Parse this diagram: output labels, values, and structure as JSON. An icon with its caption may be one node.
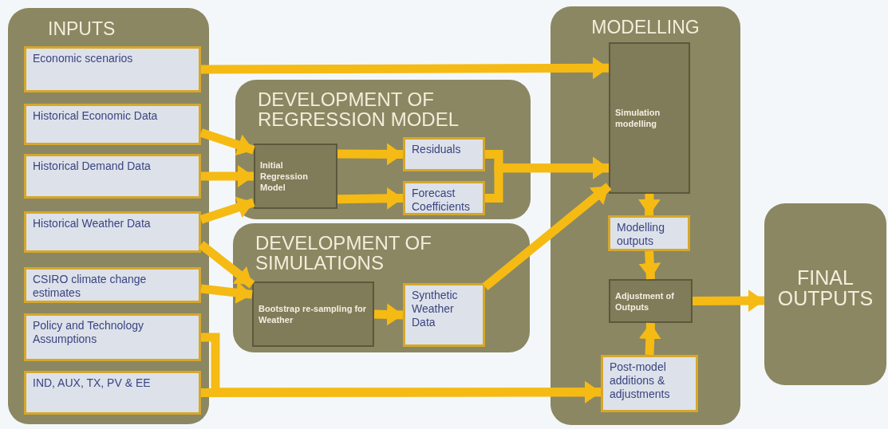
{
  "diagram": {
    "nodes": [
      {
        "text": [
          "INPUTS"
        ]
      },
      {
        "text": [
          "Economic scenarios"
        ],
        "in": 0
      },
      {
        "text": [
          "Historical Economic Data"
        ],
        "in": 0
      },
      {
        "text": [
          "Historical Demand Data"
        ],
        "in": 0
      },
      {
        "text": [
          "Historical Weather Data"
        ],
        "in": 0
      },
      {
        "text": [
          "CSIRO climate change estimates"
        ],
        "in": 0
      },
      {
        "text": [
          "Policy and Technology Assumptions"
        ],
        "in": 0
      },
      {
        "text": [
          "IND, AUX, TX, PV & EE"
        ],
        "in": 0
      },
      {
        "text": [
          "DEVELOPMENT OF REGRESSION MODEL"
        ]
      },
      {
        "text": [
          "Initial Regression Model"
        ],
        "in": 8
      },
      {
        "text": [
          "Residuals"
        ],
        "in": 8
      },
      {
        "text": [
          "Forecast Coefficients"
        ],
        "in": 8
      },
      {
        "text": [
          "DEVELOPMENT OF SIMULATIONS"
        ]
      },
      {
        "text": [
          "Bootstrap re-sampling for Weather"
        ],
        "in": 12
      },
      {
        "text": [
          "Synthetic Weather Data"
        ],
        "in": 12
      },
      {
        "text": [
          "MODELLING"
        ]
      },
      {
        "text": [
          "Simulation modelling"
        ],
        "in": 15
      },
      {
        "text": [
          "Modelling outputs"
        ],
        "in": 15
      },
      {
        "text": [
          "Adjustment of Outputs"
        ],
        "in": 15
      },
      {
        "text": [
          "Post-model additions & adjustments"
        ],
        "in": 15
      },
      {
        "text": [
          "FINAL OUTPUTS"
        ]
      }
    ],
    "edges": [
      {
        "from": 1,
        "to": 16,
        "arrow": "to"
      },
      {
        "from": 2,
        "to": 9,
        "arrow": "to"
      },
      {
        "from": 3,
        "to": 9,
        "arrow": "to"
      },
      {
        "from": 4,
        "to": 9,
        "arrow": "to"
      },
      {
        "from": 4,
        "to": 13,
        "arrow": "to"
      },
      {
        "from": 5,
        "to": 13,
        "arrow": "to"
      },
      {
        "from": 9,
        "to": 10,
        "arrow": "to"
      },
      {
        "from": 9,
        "to": 11,
        "arrow": "to"
      },
      {
        "from": 10,
        "to": 16,
        "arrow": "to"
      },
      {
        "from": 11,
        "to": 16,
        "arrow": "to"
      },
      {
        "from": 13,
        "to": 14,
        "arrow": "to"
      },
      {
        "from": 14,
        "to": 16,
        "arrow": "to"
      },
      {
        "from": 16,
        "to": 17,
        "arrow": "to"
      },
      {
        "from": 17,
        "to": 18,
        "arrow": "to"
      },
      {
        "from": 19,
        "to": 18,
        "arrow": "to"
      },
      {
        "from": 18,
        "to": 20,
        "arrow": "to"
      },
      {
        "from": 6,
        "to": 19,
        "arrow": "to"
      },
      {
        "from": 7,
        "to": 19,
        "arrow": "to"
      }
    ]
  }
}
